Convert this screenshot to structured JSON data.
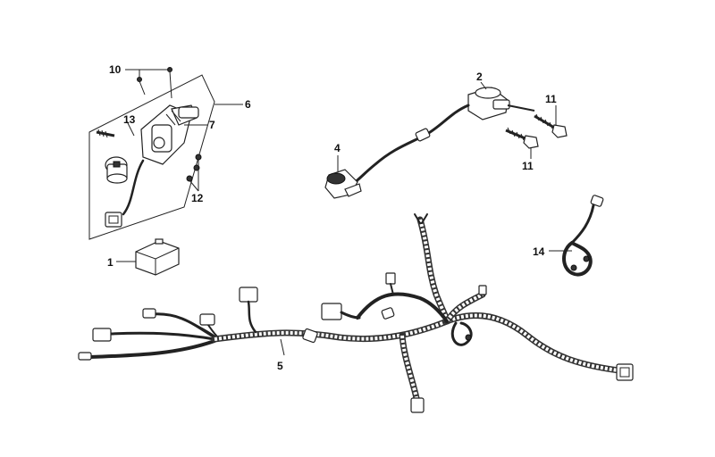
{
  "callouts": {
    "c1": "1",
    "c2": "2",
    "c4": "4",
    "c5": "5",
    "c6": "6",
    "c7": "7",
    "c10": "10",
    "c11a": "11",
    "c11b": "11",
    "c12": "12",
    "c13": "13",
    "c14": "14"
  }
}
